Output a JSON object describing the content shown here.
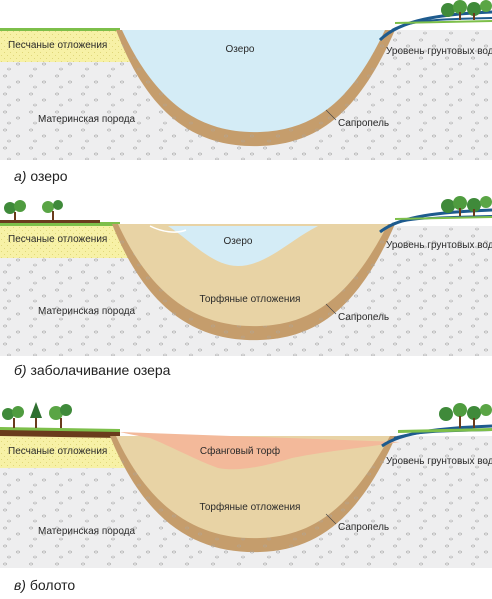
{
  "panels": [
    {
      "caption_letter": "а)",
      "caption_text": "озеро",
      "labels": {
        "sand": "Песчаные отложения",
        "bedrock": "Материнская порода",
        "lake": "Озеро",
        "sapropel": "Сапропель",
        "groundwater": "Уровень грунтовых вод"
      }
    },
    {
      "caption_letter": "б)",
      "caption_text": "заболачивание озера",
      "labels": {
        "sand": "Песчаные отложения",
        "bedrock": "Материнская порода",
        "lake": "Озеро",
        "peat": "Торфяные отложения",
        "sapropel": "Сапропель",
        "groundwater": "Уровень грунтовых вод"
      }
    },
    {
      "caption_letter": "в)",
      "caption_text": "болото",
      "labels": {
        "sand": "Песчаные отложения",
        "bedrock": "Материнская порода",
        "sphagnum": "Сфанговый торф",
        "peat": "Торфяные отложения",
        "sapropel": "Сапропель",
        "groundwater": "Уровень грунтовых вод"
      }
    }
  ],
  "colors": {
    "bedrock": "#eeeeef",
    "sand": "#f7f1a6",
    "lake": "#d4ecf6",
    "sapropel": "#c59d6c",
    "peat": "#e8d3a5",
    "sphagnum": "#f3b99a",
    "groundwater": "#1e5b8e",
    "grass": "#7dbf4a",
    "soil": "#6a3b1c"
  }
}
